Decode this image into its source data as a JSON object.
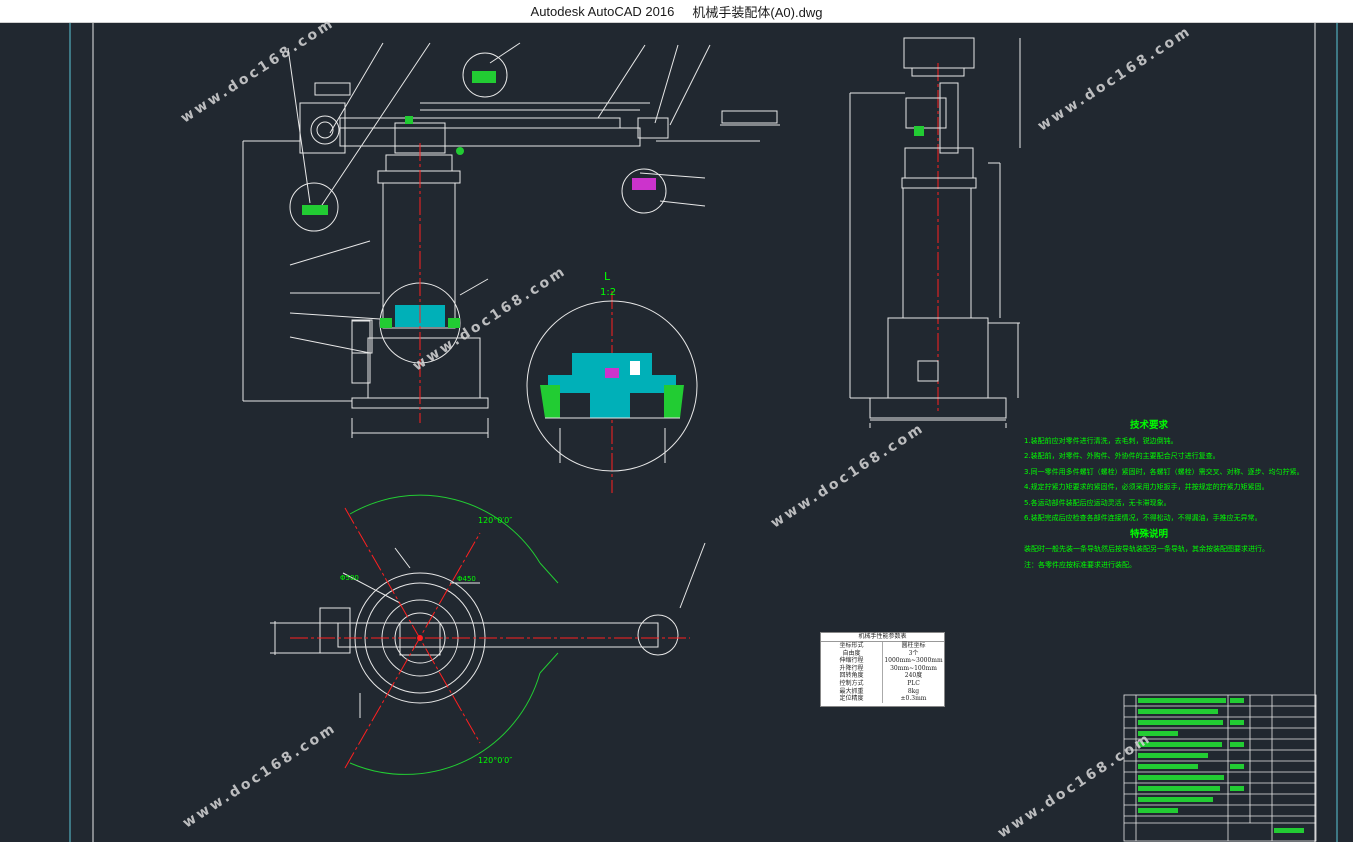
{
  "window": {
    "app_title": "Autodesk AutoCAD 2016",
    "file_name": "机械手装配体(A0).dwg"
  },
  "drawing": {
    "section_label_L": "L",
    "section_scale": "1:2",
    "angle_top": "120°0′0″",
    "angle_bottom": "120°0′0″",
    "dim_phi": "Φ500",
    "dim_phi2": "Φ450"
  },
  "technical_requirements": {
    "title": "技术要求",
    "items": [
      "1.装配前应对零件进行清洗，去毛刺，锐边倒钝。",
      "2.装配前，对零件、外购件、外协件的主要配合尺寸进行复查。",
      "3.同一零件用多件螺钉（螺栓）紧固时，各螺钉（螺栓）需交叉、对称、逐步、均匀拧紧。",
      "4.规定拧紧力矩要求的紧固件，必须采用力矩扳手，并按规定的拧紧力矩紧固。",
      "5.各运动部件装配后应运动灵活，无卡滞现象。",
      "6.装配完成后应检查各部件连接情况，不得松动，不得漏油，手推应无异常。"
    ],
    "special_title": "特殊说明",
    "special_items": [
      "装配时一般先装一条导轨然后按导轨装配另一条导轨，其余按装配图要求进行。",
      "注：各零件应按标准要求进行装配。"
    ]
  },
  "param_table": {
    "title": "机械手性能参数表",
    "rows": [
      [
        "坐标形式",
        "圆柱坐标"
      ],
      [
        "自由度",
        "3个"
      ],
      [
        "伸缩行程",
        "1000mm~3000mm"
      ],
      [
        "升降行程",
        "30mm~100mm"
      ],
      [
        "回转角度",
        "240度"
      ],
      [
        "控制方式",
        "PLC"
      ],
      [
        "最大抓重",
        "8kg"
      ],
      [
        "定位精度",
        "±0.3mm"
      ]
    ]
  },
  "watermarks": [
    "www.doc168.com"
  ],
  "colors": {
    "background": "#212830",
    "line_white": "#e8e8e8",
    "centerline_red": "#ff2020",
    "hatch_cyan": "#00c8c8",
    "hatch_green": "#22cc33",
    "dim_green": "#00ff00"
  }
}
